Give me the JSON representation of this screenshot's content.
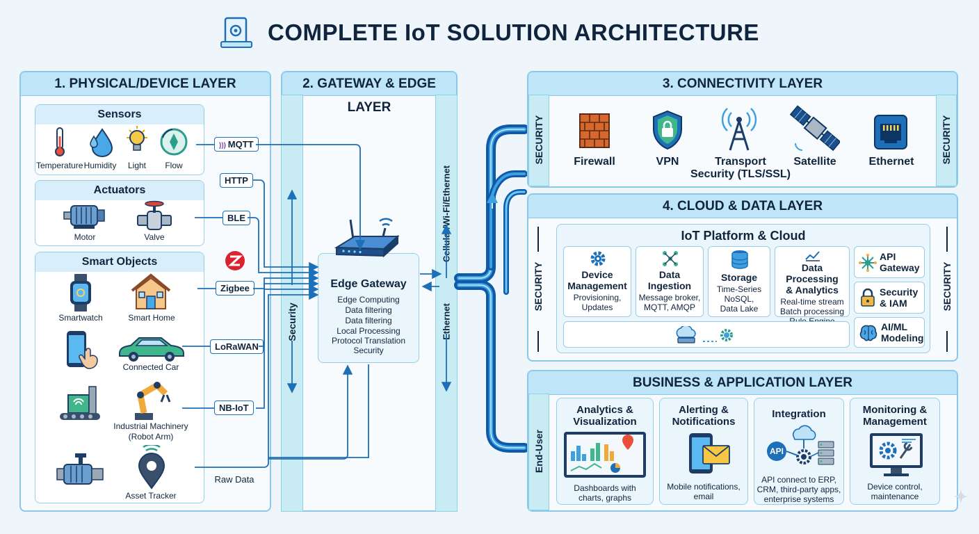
{
  "title": "COMPLETE IoT SOLUTION ARCHITECTURE",
  "colors": {
    "accent": "#1d6fb8",
    "panel_border": "#8cc8ea",
    "header_fill": "#bfe5f8",
    "strip": "#c9ecf4",
    "pipe": "#1b82d6"
  },
  "layer1": {
    "title": "1. PHYSICAL/DEVICE LAYER",
    "sensors": {
      "title": "Sensors",
      "items": [
        "Temperature",
        "Humidity",
        "Light",
        "Flow"
      ]
    },
    "actuators": {
      "title": "Actuators",
      "items": [
        "Motor",
        "Valve"
      ]
    },
    "smart": {
      "title": "Smart Objects",
      "items": [
        "Smartwatch",
        "Smart Home",
        "Connected Car",
        "Industrial Machinery",
        "(Robot Arm)",
        "Asset Tracker"
      ]
    },
    "protocols": [
      "MQTT",
      "HTTP",
      "BLE",
      "Zigbee",
      "LoRaWAN",
      "NB-IoT"
    ],
    "raw_data": "Raw Data"
  },
  "layer2": {
    "title": "2. GATEWAY & EDGE LAYER",
    "security": "Security",
    "cellular": "Cellular/Wi-Fi/Ethernet",
    "ethernet": "Ethernet",
    "gateway": {
      "title": "Edge Gateway",
      "items": [
        "Edge Computing",
        "Data filtering",
        "Data filtering",
        "Local Processing",
        "Protocol Translation",
        "Security"
      ]
    }
  },
  "layer3": {
    "title": "3. CONNECTIVITY LAYER",
    "security": "SECURITY",
    "items": [
      "Firewall",
      "VPN",
      "Transport",
      "Security (TLS/SSL)",
      "Satellite",
      "Ethernet"
    ]
  },
  "layer4": {
    "title": "4. CLOUD & DATA LAYER",
    "security": "SECURITY",
    "platform": "IoT Platform & Cloud",
    "cards": [
      {
        "title": [
          "Device",
          "Management"
        ],
        "sub": [
          "Provisioning,",
          "Updates"
        ]
      },
      {
        "title": [
          "Data",
          "Ingestion"
        ],
        "sub": [
          "Message broker,",
          "MQTT, AMQP"
        ]
      },
      {
        "title": [
          "Storage"
        ],
        "sub": [
          "Time-Series",
          "NoSQL,",
          "Data Lake"
        ]
      },
      {
        "title": [
          "Data Processing",
          "& Analytics"
        ],
        "sub": [
          "Real-time stream",
          "Batch processing",
          "Rule Engine"
        ]
      }
    ],
    "side": [
      [
        "API",
        "Gateway"
      ],
      [
        "Security",
        "& IAM"
      ],
      [
        "AI/ML",
        "Modeling"
      ]
    ]
  },
  "layer5": {
    "title": "BUSINESS & APPLICATION LAYER",
    "enduser": "End-User",
    "cards": [
      {
        "title": [
          "Analytics &",
          "Visualization"
        ],
        "sub": [
          "Dashboards with",
          "charts, graphs"
        ]
      },
      {
        "title": [
          "Alerting &",
          "Notifications"
        ],
        "sub": [
          "Mobile notifications,",
          "email"
        ]
      },
      {
        "title": [
          "Integration"
        ],
        "sub": [
          "API connect to ERP,",
          "CRM, third-party apps,",
          "enterprise systems"
        ]
      },
      {
        "title": [
          "Monitoring &",
          "Management"
        ],
        "sub": [
          "Device control,",
          "maintenance"
        ]
      }
    ],
    "api_badge": "API"
  }
}
